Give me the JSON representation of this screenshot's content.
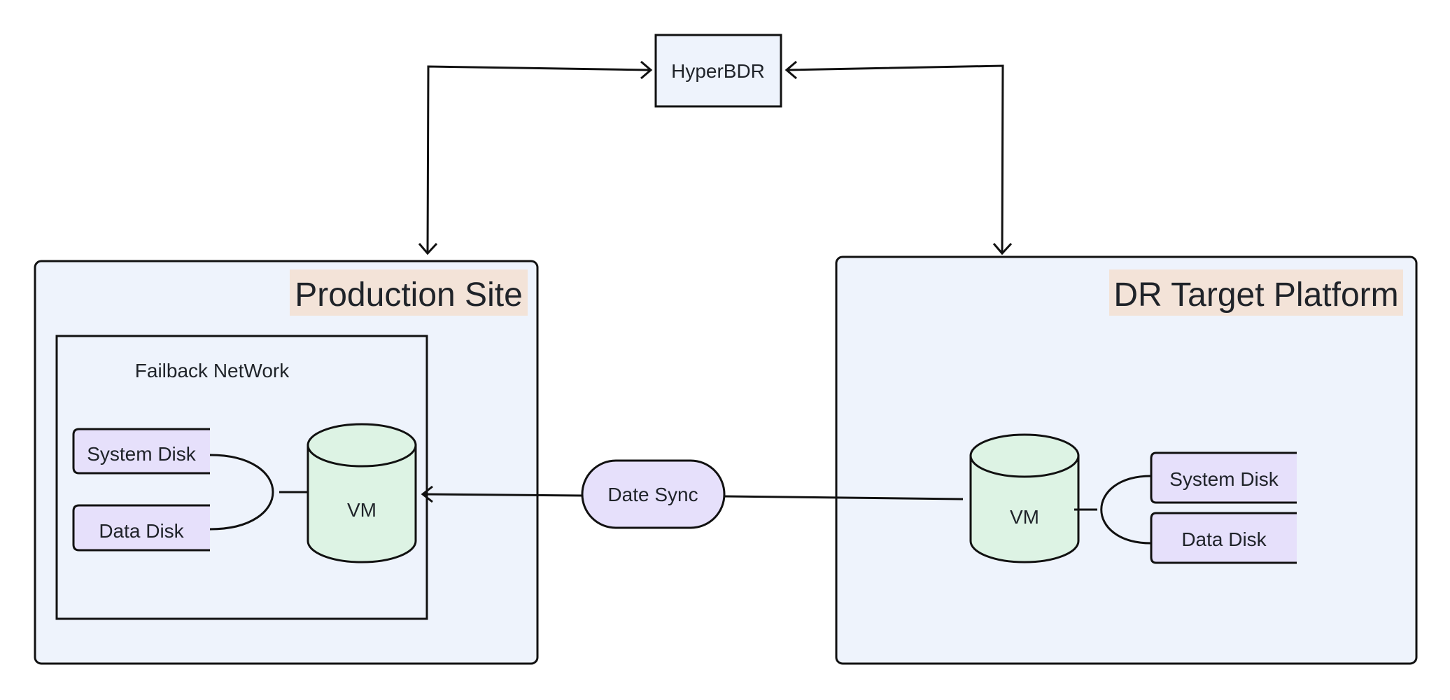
{
  "hyperbdr": {
    "label": "HyperBDR"
  },
  "production_site": {
    "title": "Production Site",
    "failback_network": {
      "label": "Failback NetWork",
      "vm_label": "VM",
      "system_disk_label": "System Disk",
      "data_disk_label": "Data Disk"
    }
  },
  "dr_target_platform": {
    "title": "DR Target Platform",
    "vm_label": "VM",
    "system_disk_label": "System Disk",
    "data_disk_label": "Data Disk"
  },
  "date_sync": {
    "label": "Date Sync"
  },
  "colors": {
    "site_fill": "#eef3fc",
    "title_highlight": "#f3e3d8",
    "vm_fill": "#ddf3e4",
    "disk_fill": "#e6e0fb",
    "sync_fill": "#e6e0fb",
    "stroke": "#111111"
  }
}
